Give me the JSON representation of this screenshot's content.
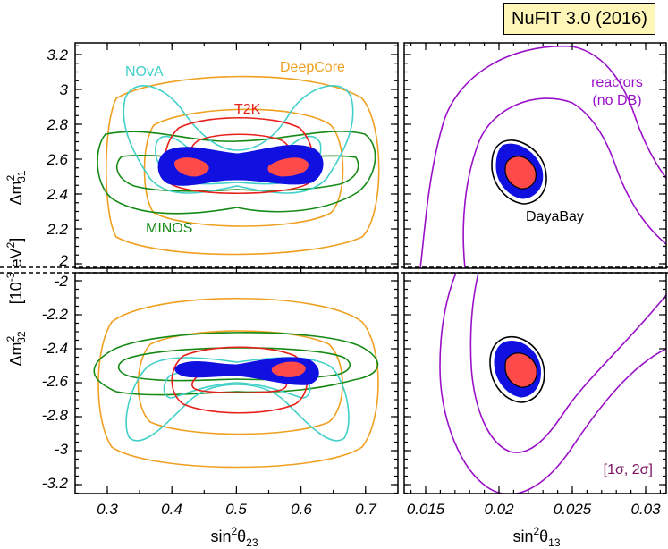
{
  "badge": "NuFIT 3.0 (2016)",
  "colors": {
    "nova": "#40d0c8",
    "t2k": "#e8201a",
    "minos": "#148a14",
    "deepcore": "#f0a020",
    "reactors": "#9a10c8",
    "global_outer": "#1010e0",
    "global_inner": "#ff4a4a",
    "sigma_label": "#7a1060"
  },
  "chart_data": [
    {
      "type": "contour",
      "panel": "upper-left",
      "ylim": [
        1.9,
        3.25
      ],
      "yticks": [
        "2",
        "2.2",
        "2.4",
        "2.6",
        "2.8",
        "3",
        "3.2"
      ],
      "xlim": [
        0.25,
        0.75
      ],
      "annotations": [
        "NOvA",
        "DeepCore",
        "T2K",
        "MINOS"
      ]
    },
    {
      "type": "contour",
      "panel": "upper-right",
      "xlim": [
        0.014,
        0.032
      ],
      "annotations": [
        "reactors",
        "(no DB)",
        "DayaBay"
      ]
    },
    {
      "type": "contour",
      "panel": "lower-left",
      "xlabel": "sin²θ₂₃",
      "xticks": [
        "0.3",
        "0.4",
        "0.5",
        "0.6",
        "0.7"
      ],
      "ylim": [
        -3.25,
        -1.9
      ],
      "yticks": [
        "-2",
        "-2.2",
        "-2.4",
        "-2.6",
        "-2.8",
        "-3",
        "-3.2"
      ]
    },
    {
      "type": "contour",
      "panel": "lower-right",
      "xlabel": "sin²θ₁₃",
      "xticks": [
        "0.015",
        "0.02",
        "0.025",
        "0.03"
      ],
      "annotations": [
        "[1σ, 2σ]"
      ]
    }
  ],
  "labels": {
    "ylabel_upper_main": "Δm",
    "ylabel_upper_sup": "2",
    "ylabel_upper_sub": "31",
    "ylabel_units_a": "[10",
    "ylabel_units_exp": "-3",
    "ylabel_units_b": " eV",
    "ylabel_units_sup": "2",
    "ylabel_units_c": "]",
    "ylabel_lower_main": "Δm",
    "ylabel_lower_sup": "2",
    "ylabel_lower_sub": "32",
    "xlabel_left_main": "sin",
    "xlabel_left_sup": "2",
    "xlabel_left_theta": "θ",
    "xlabel_left_sub": "23",
    "xlabel_right_main": "sin",
    "xlabel_right_sup": "2",
    "xlabel_right_theta": "θ",
    "xlabel_right_sub": "13"
  }
}
